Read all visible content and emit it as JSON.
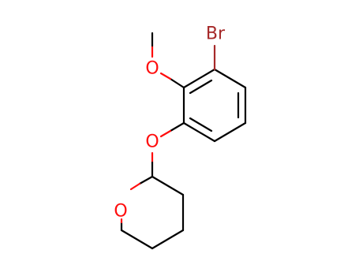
{
  "molecule": {
    "atoms": {
      "bromine": "Br",
      "methoxy_oxygen": "O",
      "ether_oxygen": "O",
      "ring_oxygen": "O"
    },
    "colors": {
      "carbon_bond": "#000000",
      "oxygen": "#ff0d0d",
      "bromine": "#a62929"
    }
  }
}
